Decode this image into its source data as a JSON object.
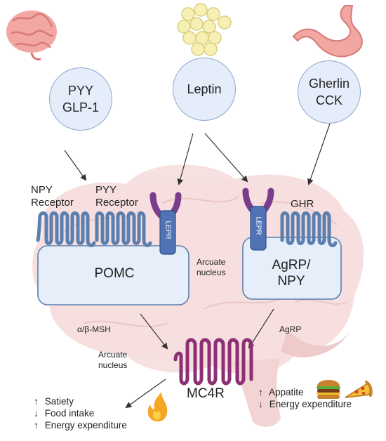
{
  "hormones": {
    "gut": {
      "line1": "PYY",
      "line2": "GLP-1"
    },
    "fat": {
      "line1": "Leptin"
    },
    "stomach": {
      "line1": "Gherlin",
      "line2": "CCK"
    }
  },
  "receptors": {
    "npy_line1": "NPY",
    "npy_line2": "Receptor",
    "pyy_line1": "PYY",
    "pyy_line2": "Receptor",
    "lepr_left": "LEPR",
    "lepr_right": "LEPR",
    "ghr": "GHR"
  },
  "neurons": {
    "pomc": "POMC",
    "agrp_line1": "AgRP/",
    "agrp_line2": "NPY"
  },
  "labels": {
    "arcuate_mid_line1": "Arcuate",
    "arcuate_mid_line2": "nucleus",
    "arcuate_low_line1": "Arcuate",
    "arcuate_low_line2": "nucleus",
    "msh": "α/β-MSH",
    "agrp": "AgRP",
    "mc4r": "MC4R"
  },
  "effects_left": [
    {
      "arrow": "↑",
      "text": "Satiety"
    },
    {
      "arrow": "↓",
      "text": "Food intake"
    },
    {
      "arrow": "↑",
      "text": "Energy expenditure"
    }
  ],
  "effects_right": [
    {
      "arrow": "↑",
      "text": "Appatite"
    },
    {
      "arrow": "↓",
      "text": "Energy expenditure"
    }
  ],
  "colors": {
    "receptor_blue": "#5b7fae",
    "lepr_purple": "#7a3d8c",
    "mc4r_magenta": "#8c2f74",
    "brain_pink": "#f6dcdc",
    "box_fill": "#e6eef9"
  }
}
